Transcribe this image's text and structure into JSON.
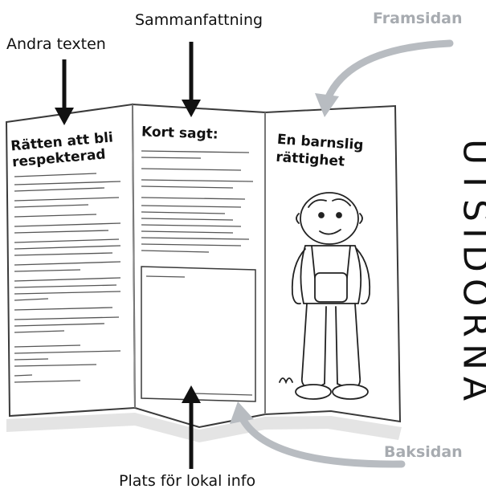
{
  "callouts": {
    "second_text": "Andra texten",
    "summary": "Sammanfattning",
    "local_info": "Plats för lokal info"
  },
  "sides": {
    "front": "Framsidan",
    "back": "Baksidan",
    "title": "UTSIDORNA"
  },
  "brochure": {
    "left_title_line1": "Rätten att bli",
    "left_title_line2": "respekterad",
    "middle_title": "Kort sagt:",
    "right_title_line1": "En barnslig",
    "right_title_line2": "rättighet"
  },
  "colors": {
    "arrow_dark": "#111111",
    "arrow_gray": "#b8bcc1",
    "paper": "#ffffff",
    "paper_edge": "#3a3a3a"
  }
}
